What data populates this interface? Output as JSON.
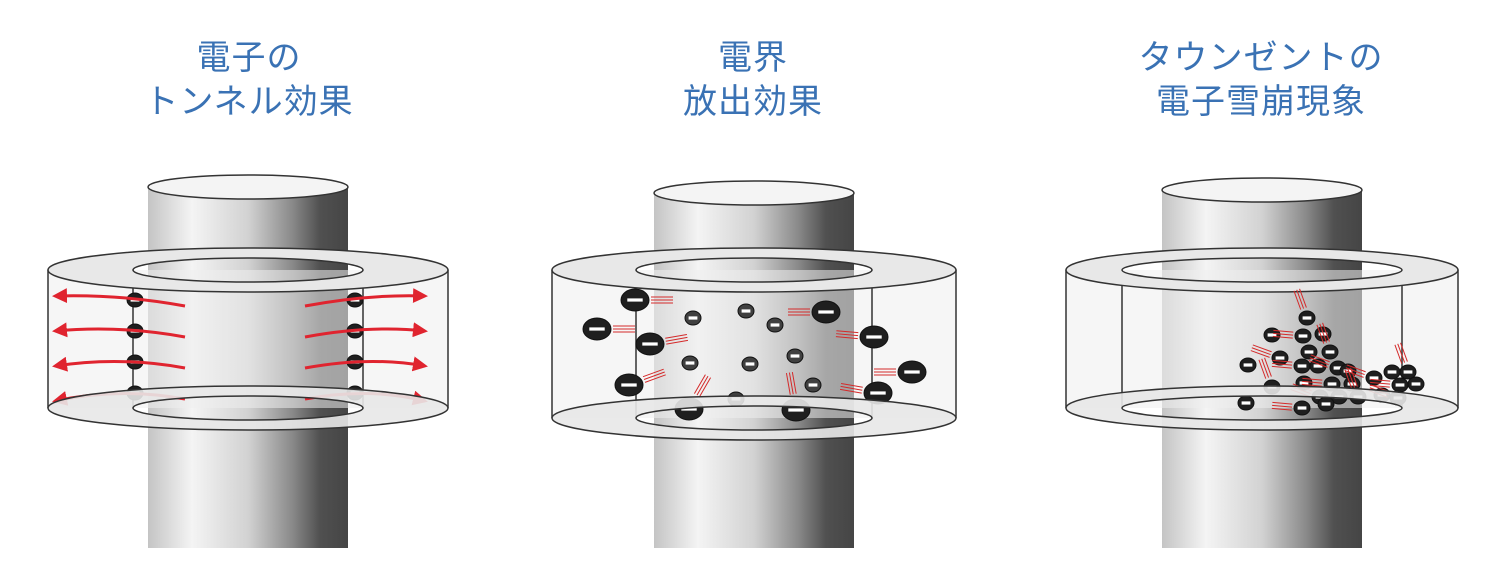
{
  "colors": {
    "title": "#3a72b4",
    "arrow": "#e0242f",
    "electron": "#1f1f1f",
    "electron_dim": "#404040",
    "streak": "#d42a2a",
    "ring_line": "#333333",
    "ring_fill": "#e8e8e8"
  },
  "panels": [
    {
      "id": "tunnel",
      "title_line1": "電子の",
      "title_line2": "トンネル効果",
      "electron_symbol": "−"
    },
    {
      "id": "field-emission",
      "title_line1": "電界",
      "title_line2": "放出効果",
      "electron_symbol": "−"
    },
    {
      "id": "townsend",
      "title_line1": "タウンゼントの",
      "title_line2": "電子雪崩現象",
      "electron_symbol": "−"
    }
  ]
}
